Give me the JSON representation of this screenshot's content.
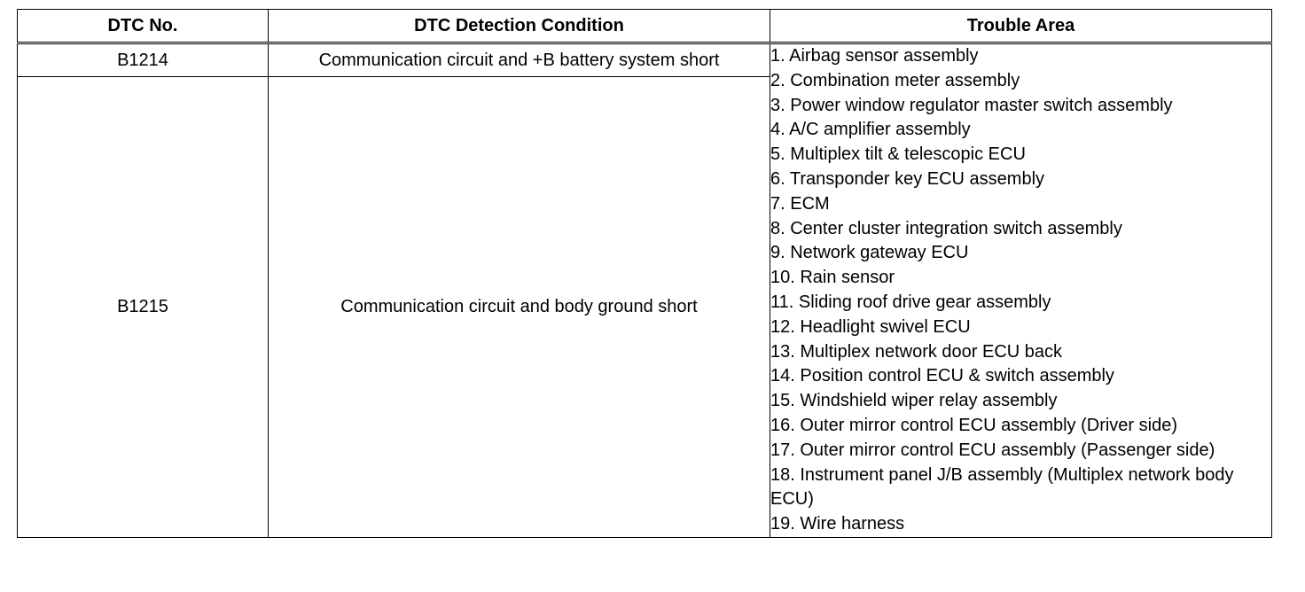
{
  "headers": {
    "dtc_no": "DTC No.",
    "condition": "DTC Detection Condition",
    "trouble_area": "Trouble Area"
  },
  "rows": [
    {
      "dtc": "B1214",
      "condition": "Communication circuit and +B battery system short"
    },
    {
      "dtc": "B1215",
      "condition": "Communication circuit and body ground short"
    }
  ],
  "trouble_areas": [
    "1. Airbag sensor assembly",
    "2. Combination meter assembly",
    "3. Power window regulator master switch assembly",
    "4. A/C amplifier assembly",
    "5. Multiplex tilt & telescopic ECU",
    "6. Transponder key ECU assembly",
    "7. ECM",
    "8. Center cluster integration switch assembly",
    "9. Network gateway ECU",
    "10. Rain sensor",
    "11. Sliding roof drive gear assembly",
    "12. Headlight swivel ECU",
    "13. Multiplex network door ECU back",
    "14. Position control ECU & switch assembly",
    "15. Windshield wiper relay assembly",
    "16. Outer mirror control ECU assembly (Driver side)",
    "17. Outer mirror control ECU assembly (Passenger side)",
    "18. Instrument panel J/B assembly (Multiplex network body ECU)",
    "19. Wire harness"
  ]
}
